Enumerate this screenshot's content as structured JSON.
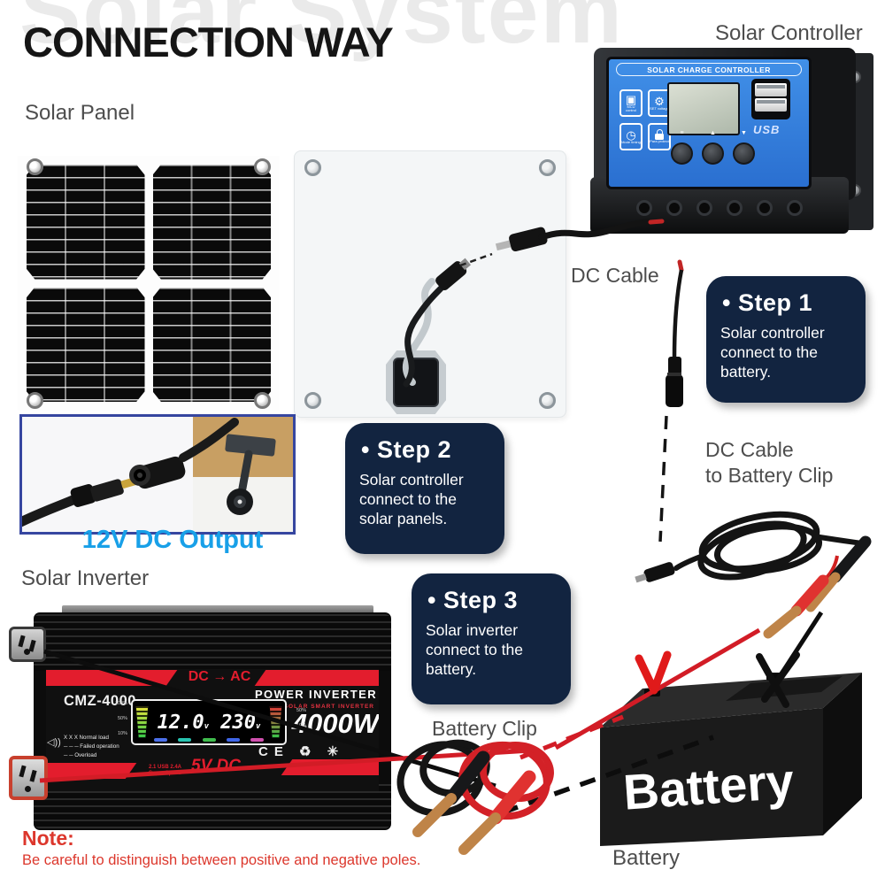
{
  "colors": {
    "accent_blue": "#18A0E8",
    "step_navy": "#122440",
    "note_red": "#DC372C",
    "controller_blue": "#4190E8",
    "inverter_red": "#E31D2D",
    "ghost_gray": "#EAEAEA",
    "copper": "#BF8448"
  },
  "header": {
    "ghost_title": "Solar System",
    "title": "CONNECTION WAY"
  },
  "labels": {
    "solar_panel": "Solar Panel",
    "solar_controller": "Solar Controller",
    "dc_cable": "DC Cable",
    "dc_cable_to_clip_line1": "DC Cable",
    "dc_cable_to_clip_line2": "to Battery Clip",
    "dc_output": "12V DC Output",
    "solar_inverter": "Solar Inverter",
    "battery_clip": "Battery Clip",
    "battery": "Battery"
  },
  "steps": [
    {
      "title": "• Step 1",
      "body": "Solar controller connect to the battery."
    },
    {
      "title": "• Step 2",
      "body": "Solar controller connect to the solar panels."
    },
    {
      "title": "• Step 3",
      "body": "Solar inverter connect to the battery."
    }
  ],
  "note": {
    "heading": "Note:",
    "body": "Be careful to distinguish between positive and negative poles."
  },
  "controller": {
    "header": "SOLAR CHARGE CONTROLLER",
    "usb_label": "USB",
    "tile_icons": [
      "▣",
      "⚙",
      "◷"
    ],
    "tiles": [
      {
        "caption": "MCU control"
      },
      {
        "caption": "SET voltage"
      },
      {
        "caption": "Mode timing"
      },
      {
        "caption": "Para protect"
      }
    ],
    "button_glyphs": [
      "≡",
      "▲",
      "▼"
    ]
  },
  "inverter": {
    "model": "CMZ-4000",
    "top_band": "DC → AC",
    "brand": "POWER INVERTER",
    "sub_brand": "SOLAR SMART INVERTER",
    "watts": "4000W",
    "lcd_value_left": "12.0",
    "lcd_value_right": "230",
    "lcd_unit": "v",
    "scale_marks": [
      "100%",
      "50%",
      "10%"
    ],
    "status_lines": [
      "X X X  Normal load",
      "─ ─ ─  Failed operation",
      "─ ─  Overload"
    ],
    "bottom_band": "5V DC",
    "usb_badge_line1": "2.1 USB 2.4A",
    "usb_badge_line2": "Super Speed",
    "cert_icons": "CE ♻ ✳"
  },
  "battery": {
    "front_label": "Battery"
  },
  "icons": {
    "speaker": "◁))"
  }
}
